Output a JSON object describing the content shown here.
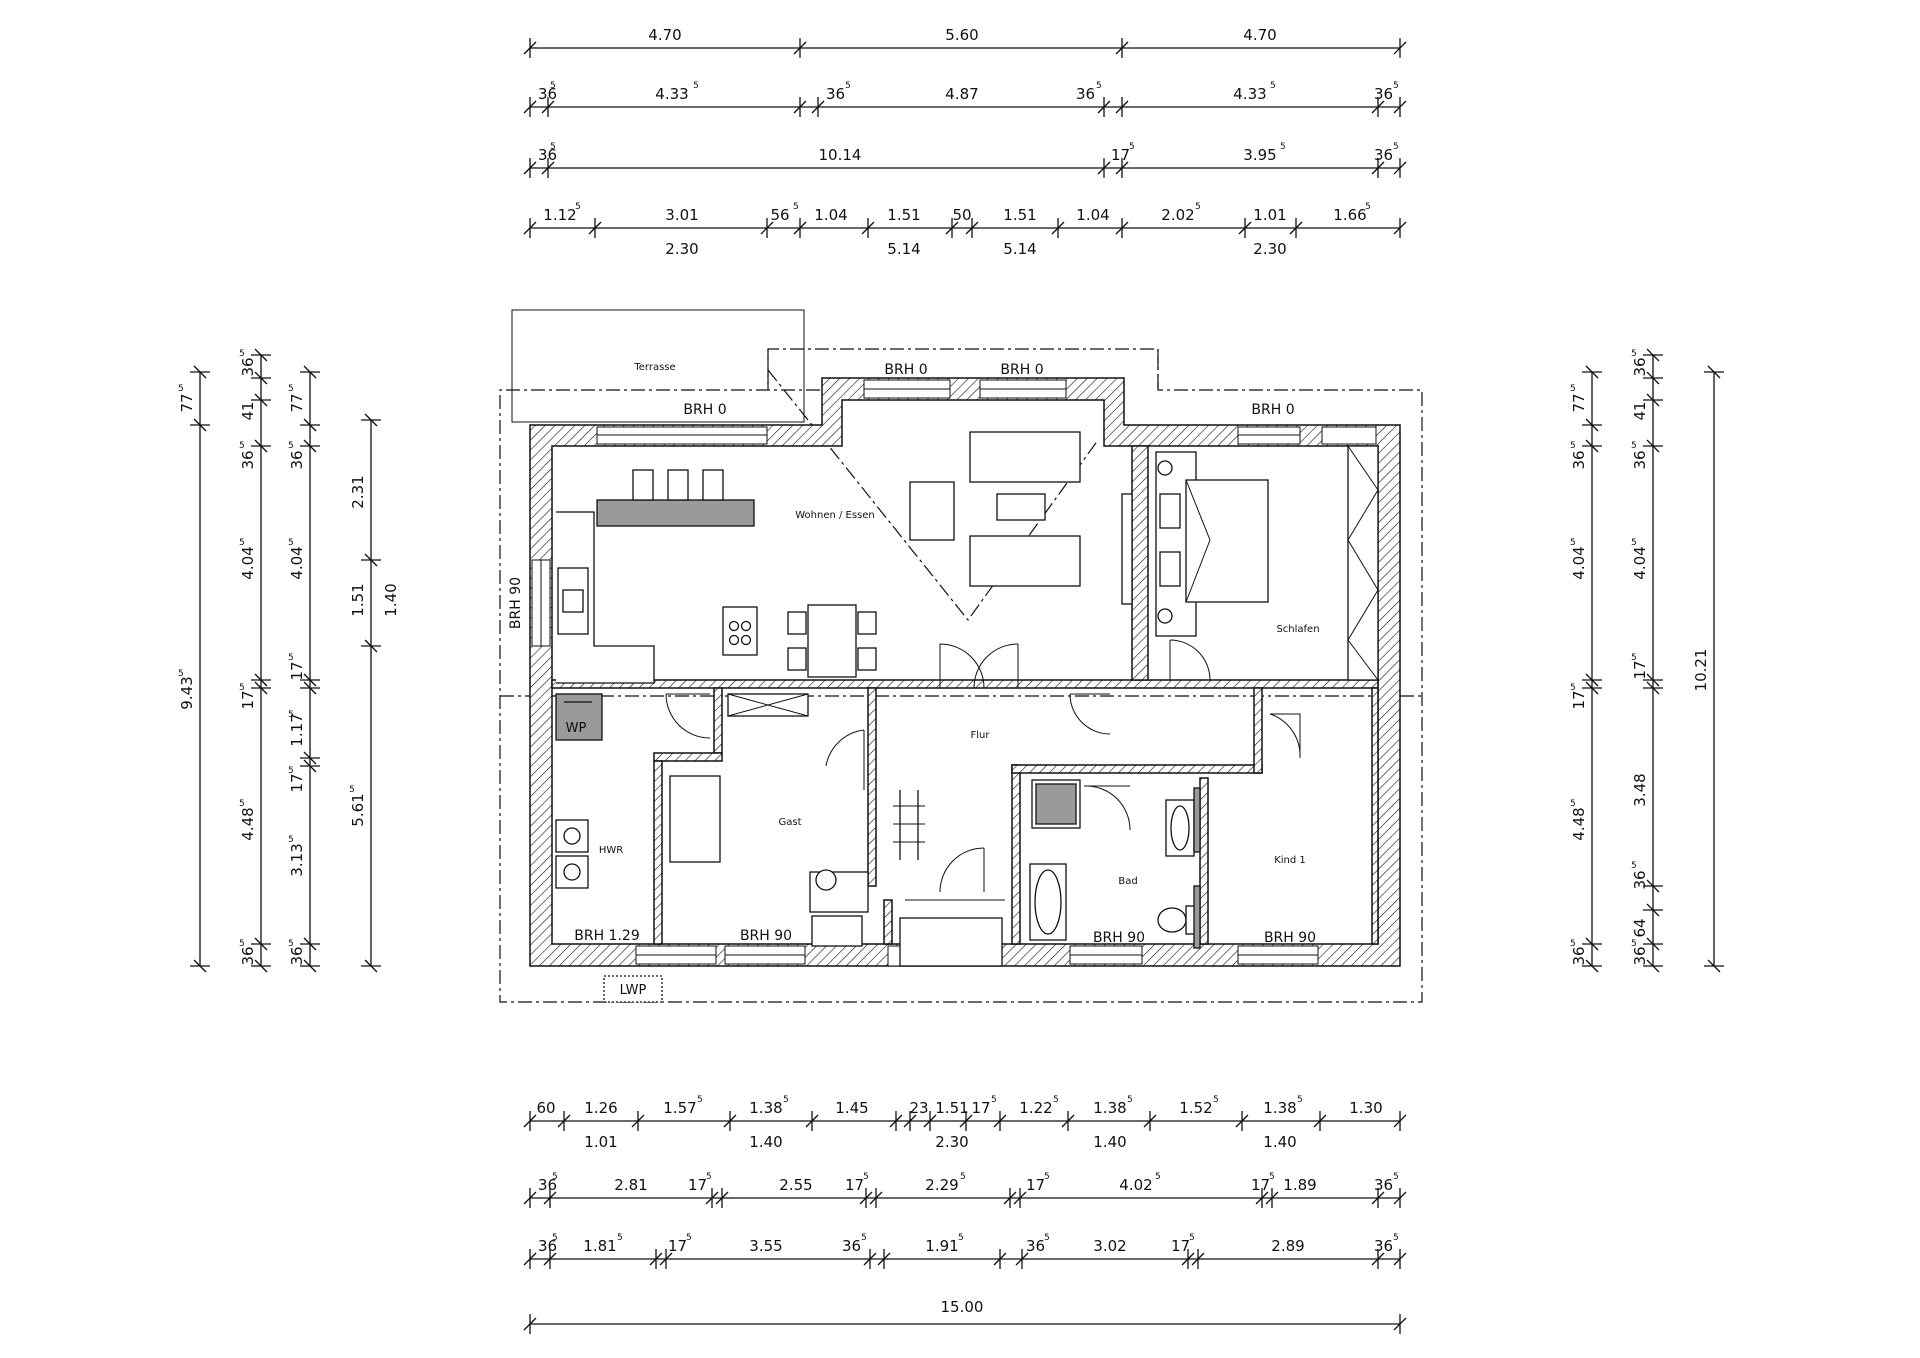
{
  "rooms": {
    "terrasse": "Terrasse",
    "wohnen": "Wohnen / Essen",
    "schlafen": "Schlafen",
    "flur": "Flur",
    "gast": "Gast",
    "hwr": "HWR",
    "bad": "Bad",
    "kind1": "Kind 1"
  },
  "labels": {
    "brh0": "BRH 0",
    "brh90": "BRH 90",
    "brh129": "BRH 1.29",
    "wp": "WP",
    "lwp": "LWP"
  },
  "top_dims": {
    "row1": [
      "4.70",
      "5.60",
      "4.70"
    ],
    "row2": [
      "36",
      "4.33",
      "36",
      "4.87",
      "36",
      "4.33",
      "36"
    ],
    "row3": [
      "36",
      "10.14",
      "17",
      "3.95",
      "36"
    ],
    "row4": [
      "1.12",
      "3.01",
      "56",
      "1.04",
      "1.51",
      "50",
      "1.51",
      "1.04",
      "2.02",
      "1.01",
      "1.66"
    ],
    "row4b": [
      "2.30",
      "5.14",
      "5.14",
      "2.30"
    ]
  },
  "bottom_dims": {
    "row1": [
      "60",
      "1.26",
      "1.57",
      "1.38",
      "1.45",
      "23",
      "1.51",
      "17",
      "1.22",
      "1.38",
      "1.52",
      "1.38",
      "1.30"
    ],
    "row1b": [
      "1.01",
      "1.40",
      "2.30",
      "1.40",
      "1.40"
    ],
    "row2": [
      "36",
      "2.81",
      "17",
      "2.55",
      "17",
      "2.29",
      "17",
      "4.02",
      "17",
      "1.89",
      "36"
    ],
    "row3": [
      "36",
      "1.81",
      "17",
      "3.55",
      "36",
      "1.91",
      "36",
      "3.02",
      "17",
      "2.89",
      "36"
    ],
    "total": "15.00"
  },
  "left_dims": {
    "c1": [
      "77",
      "9.43"
    ],
    "c2": [
      "36",
      "41",
      "36",
      "4.04",
      "17",
      "4.48",
      "36"
    ],
    "c3": [
      "77",
      "36",
      "4.04",
      "17",
      "1.17",
      "17",
      "3.13",
      "36"
    ],
    "c4": [
      "2.31",
      "1.51",
      "5.61"
    ],
    "c5": [
      "1.40"
    ]
  },
  "right_dims": {
    "c1": [
      "77",
      "36",
      "4.04",
      "17",
      "4.48",
      "36"
    ],
    "c2": [
      "36",
      "41",
      "36",
      "4.04",
      "17",
      "3.48",
      "36",
      "64",
      "36"
    ],
    "c3": [
      "10.21"
    ]
  }
}
